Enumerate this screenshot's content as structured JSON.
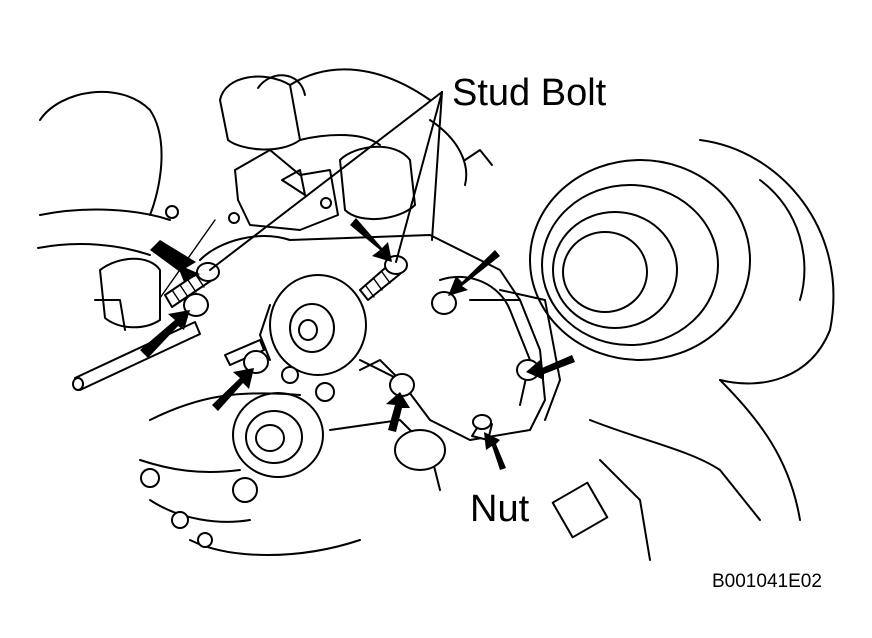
{
  "labels": {
    "stud_bolt": "Stud Bolt",
    "nut": "Nut",
    "figure_code": "B001041E02"
  },
  "colors": {
    "line": "#000000",
    "background": "#ffffff"
  }
}
